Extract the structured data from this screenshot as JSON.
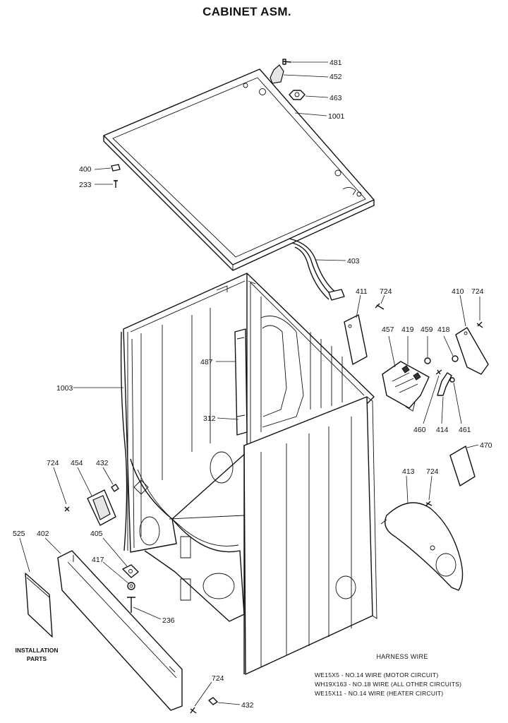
{
  "title": "CABINET ASM.",
  "parts": {
    "p481": "481",
    "p452": "452",
    "p463": "463",
    "p1001": "1001",
    "p400": "400",
    "p233": "233",
    "p403": "403",
    "p411": "411",
    "p724a": "724",
    "p410": "410",
    "p724b": "724",
    "p457": "457",
    "p419": "419",
    "p459": "459",
    "p418": "418",
    "p487": "487",
    "p1003": "1003",
    "p312": "312",
    "p460": "460",
    "p414": "414",
    "p461": "461",
    "p470": "470",
    "p724c": "724",
    "p454": "454",
    "p432a": "432",
    "p413": "413",
    "p724d": "724",
    "p525": "525",
    "p402": "402",
    "p405": "405",
    "p417": "417",
    "p236": "236",
    "p724e": "724",
    "p432b": "432"
  },
  "installation_label": [
    "INSTALLATION",
    "PARTS"
  ],
  "harness": {
    "heading": "HARNESS WIRE",
    "lines": [
      "WE15X5 - NO.14 WIRE (MOTOR CIRCUIT)",
      "WH19X163 - NO.18 WIRE (ALL OTHER CIRCUITS)",
      "WE15X11 - NO.14 WIRE (HEATER CIRCUIT)"
    ]
  }
}
